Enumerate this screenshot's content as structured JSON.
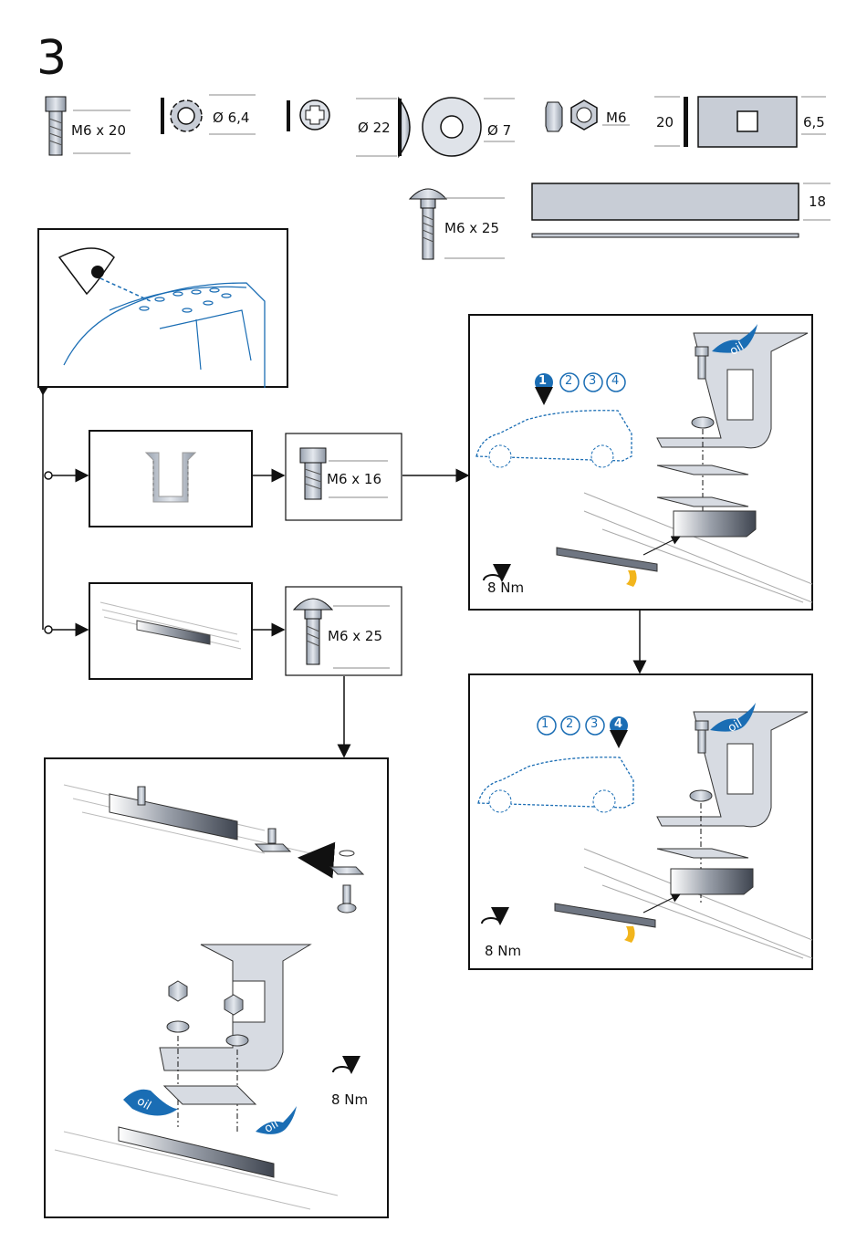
{
  "step_number": "3",
  "parts": {
    "bolt_m6x20": "M6 x 20",
    "toothed_washer": "Ø 6,4",
    "spacer_d22": "Ø 22",
    "washer_d7": "Ø 7",
    "nut": "M6",
    "plate_20": "20",
    "plate_65": "6,5",
    "carriage_bolt": "M6 x 25",
    "strip_18": "18"
  },
  "branch": {
    "bolt_m6x16": "M6 x 16",
    "bolt_m6x25": "M6 x 25"
  },
  "panel_top_right": {
    "steps": [
      "1",
      "2",
      "3",
      "4"
    ],
    "active_step": "1",
    "torque": "8 Nm",
    "oil": "oil"
  },
  "panel_mid_right": {
    "steps": [
      "1",
      "2",
      "3",
      "4"
    ],
    "active_step": "4",
    "torque": "8 Nm",
    "oil": "oil"
  },
  "panel_bottom_left": {
    "torque": "8 Nm",
    "oil_left": "oil",
    "oil_right": "oil"
  },
  "colors": {
    "accent_blue": "#1a6db4",
    "metal_gray": "#c8cdd6",
    "tape_yellow": "#f2b51c",
    "line": "#111111"
  }
}
